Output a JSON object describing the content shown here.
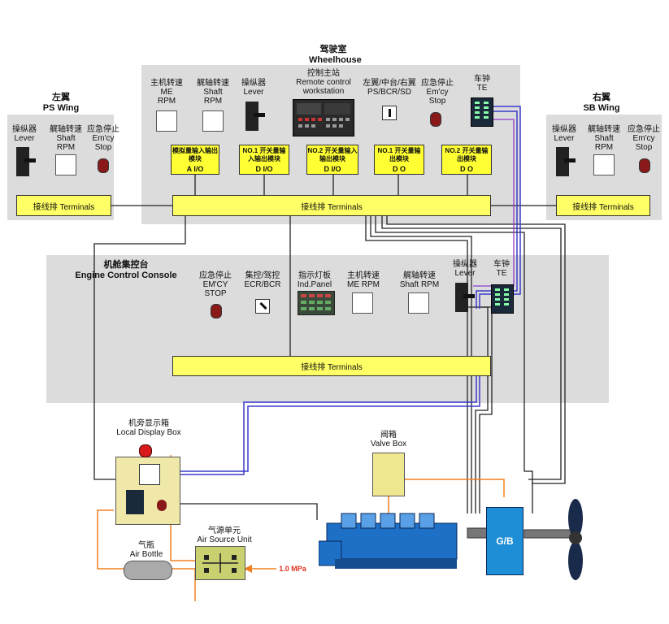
{
  "wheelhouse": {
    "title_zh": "驾驶室",
    "title_en": "Wheelhouse",
    "me_rpm": {
      "zh": "主机转速",
      "en1": "ME",
      "en2": "RPM"
    },
    "shaft_rpm": {
      "zh": "艉轴转速",
      "en1": "Shaft",
      "en2": "RPM"
    },
    "lever": {
      "zh": "操纵器",
      "en1": "Lever"
    },
    "control_station": {
      "zh": "控制主站",
      "en1": "Remote control",
      "en2": "workstation"
    },
    "selector": {
      "zh": "左翼/中台/右翼",
      "en1": "PS/BCR/SD"
    },
    "emcy_stop": {
      "zh": "应急停止",
      "en1": "Em'cy",
      "en2": "Stop"
    },
    "te": {
      "zh": "车钟",
      "en1": "TE"
    },
    "modules": [
      {
        "zh": "模拟量输入输出模块",
        "code": "A I/O"
      },
      {
        "zh": "NO.1 开关量输入输出模块",
        "code": "D I/O"
      },
      {
        "zh": "NO.2 开关量输入输出模块",
        "code": "D I/O"
      },
      {
        "zh": "NO.1 开关量输出模块",
        "code": "D O"
      },
      {
        "zh": "NO.2 开关量输出模块",
        "code": "D O"
      }
    ],
    "terminals": "接线排    Terminals"
  },
  "ps_wing": {
    "title_zh": "左翼",
    "title_en": "PS Wing",
    "lever": {
      "zh": "操纵器",
      "en1": "Lever"
    },
    "shaft_rpm": {
      "zh": "艉轴转速",
      "en1": "Shaft",
      "en2": "RPM"
    },
    "emcy_stop": {
      "zh": "应急停止",
      "en1": "Em'cy",
      "en2": "Stop"
    },
    "terminals": "接线排    Terminals"
  },
  "sb_wing": {
    "title_zh": "右翼",
    "title_en": "SB Wing",
    "lever": {
      "zh": "操纵器",
      "en1": "Lever"
    },
    "shaft_rpm": {
      "zh": "艉轴转速",
      "en1": "Shaft",
      "en2": "RPM"
    },
    "emcy_stop": {
      "zh": "应急停止",
      "en1": "Em'cy",
      "en2": "Stop"
    },
    "terminals": "接线排    Terminals"
  },
  "ecc": {
    "title_zh": "机舱集控台",
    "title_en": "Engine Control Console",
    "emcy_stop": {
      "zh": "应急停止",
      "en1": "EM'CY",
      "en2": "STOP"
    },
    "ecr_bcr": {
      "zh": "集控/驾控",
      "en1": "ECR/BCR"
    },
    "ind_panel": {
      "zh": "指示灯板",
      "en1": "Ind.Panel"
    },
    "me_rpm": {
      "zh": "主机转速",
      "en1": "ME RPM"
    },
    "shaft_rpm": {
      "zh": "艉轴转速",
      "en1": "Shaft RPM"
    },
    "lever": {
      "zh": "操纵器",
      "en1": "Lever"
    },
    "te": {
      "zh": "车钟",
      "en1": "TE"
    },
    "terminals": "接线排    Terminals"
  },
  "local_display_box": {
    "zh": "机旁显示箱",
    "en": "Local Display Box"
  },
  "valve_box": {
    "zh": "阀箱",
    "en": "Valve Box"
  },
  "air_bottle": {
    "zh": "气瓶",
    "en": "Air Bottle"
  },
  "air_source_unit": {
    "zh": "气源单元",
    "en": "Air Source Unit"
  },
  "pressure": "1.0 MPa",
  "gearbox": "G/B",
  "colors": {
    "zone": "#dcdcdc",
    "terminal": "#ffff66",
    "module": "#ffff33",
    "air_line": "#f08020",
    "signal_line": "#4040d0",
    "gearbox": "#1e8fd6"
  }
}
